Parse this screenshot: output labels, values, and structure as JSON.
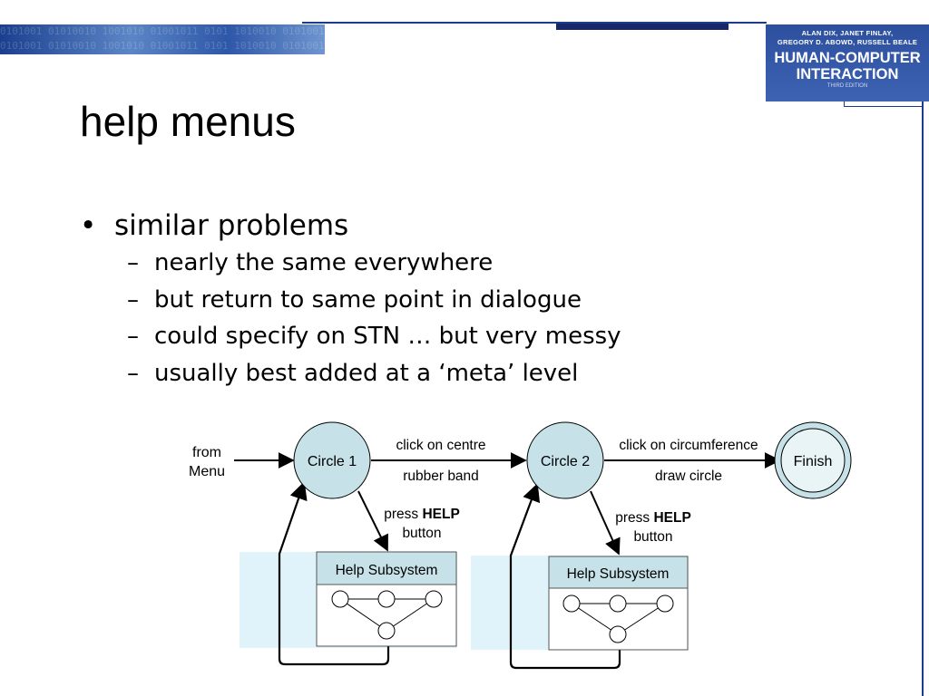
{
  "page": {
    "title": "help menus"
  },
  "branding": {
    "authors_line1": "ALAN DIX, JANET FINLAY,",
    "authors_line2": "GREGORY D. ABOWD, RUSSELL BEALE",
    "title_line1": "HUMAN-COMPUTER",
    "title_line2": "INTERACTION",
    "edition": "THIRD EDITION",
    "binary_text": "0101001 01010010 1001010 01001011 0101 1010010 01010010 1001010 0101001 01010010 1001010 01001011"
  },
  "bullets": {
    "main": "similar problems",
    "subs": [
      "nearly the same everywhere",
      "but return to same point in dialogue",
      "could specify on STN … but very messy",
      "usually best added at a ‘meta’ level"
    ]
  },
  "diagram": {
    "start_line1": "from",
    "start_line2": "Menu",
    "state1": "Circle 1",
    "state2": "Circle 2",
    "state3": "Finish",
    "t1_event": "click on centre",
    "t1_action": "rubber band",
    "t2_event": "click on circumference",
    "t2_action": "draw circle",
    "help_prefix": "press ",
    "help_key": "HELP",
    "help_suffix": "button",
    "subsystem": "Help Subsystem"
  },
  "colors": {
    "accent": "#1e3a8a",
    "state_fill": "#c6e2e8",
    "shadow_fill": "#e1f3fa"
  }
}
